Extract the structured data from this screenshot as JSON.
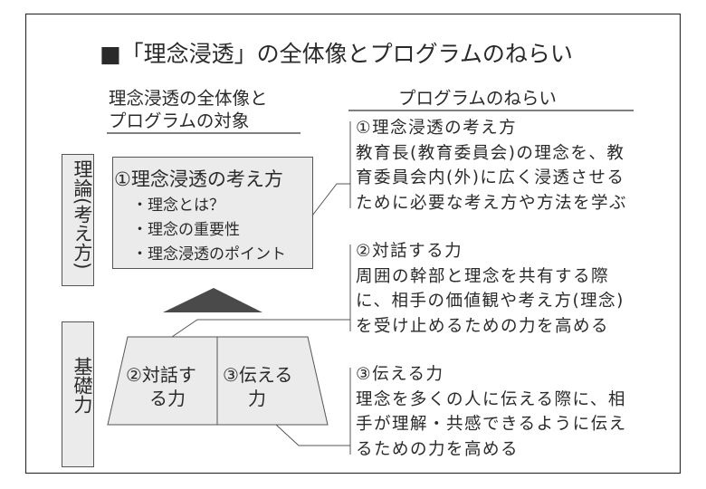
{
  "title": "■「理念浸透」の全体像とプログラムのねらい",
  "left_header": [
    "理念浸透の全体像と",
    "プログラムの対象"
  ],
  "right_header": "プログラムのねらい",
  "side_labels": {
    "theory": "理論(考え方)",
    "foundation": "基礎力"
  },
  "theory_box": {
    "title": "①理念浸透の考え方",
    "items": [
      "・理念とは？",
      "・理念の重要性",
      "・理念浸透のポイント"
    ]
  },
  "foundation_box": {
    "left": [
      "②対話す",
      "る力"
    ],
    "right": [
      "③伝える",
      "力"
    ]
  },
  "aims": [
    {
      "title": "①理念浸透の考え方",
      "lines": [
        "教育長(教育委員会)の理念を、教",
        "育委員会内(外)に広く浸透させる",
        "ために必要な考え方や方法を学ぶ"
      ]
    },
    {
      "title": "②対話する力",
      "lines": [
        "周囲の幹部と理念を共有する際",
        "に、相手の価値観や考え方(理念)",
        "を受け止めるための力を高める"
      ]
    },
    {
      "title": "③伝える力",
      "lines": [
        "理念を多くの人に伝える際に、相",
        "手が理解・共感できるように伝え",
        "るための力を高める"
      ]
    }
  ],
  "colors": {
    "box_fill": "#ebebeb",
    "line": "#555555",
    "triangle": "#4a4a4a"
  }
}
